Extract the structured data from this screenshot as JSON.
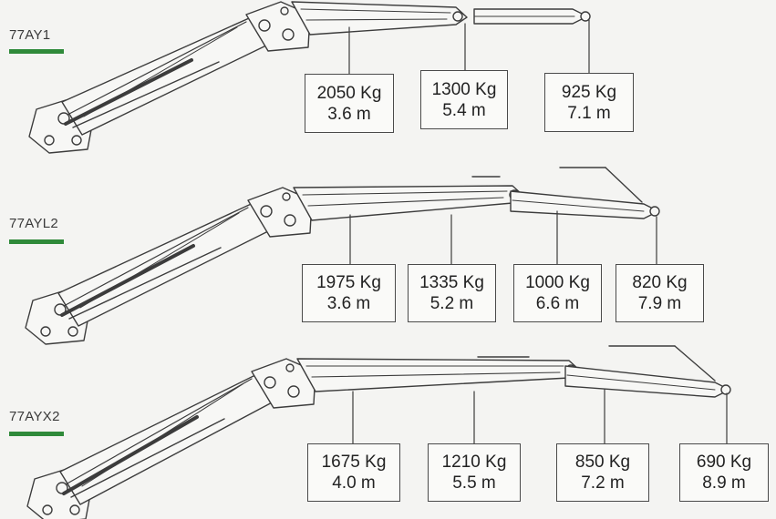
{
  "colors": {
    "ink": "#3c3c3c",
    "underline": "#2f8a3a",
    "boom_fill": "#f7f7f5"
  },
  "models": [
    {
      "name": "77AY1",
      "loads": [
        {
          "load": "2050 Kg",
          "reach": "3.6 m"
        },
        {
          "load": "1300 Kg",
          "reach": "5.4 m"
        },
        {
          "load": "925 Kg",
          "reach": "7.1 m"
        }
      ]
    },
    {
      "name": "77AYL2",
      "loads": [
        {
          "load": "1975 Kg",
          "reach": "3.6 m"
        },
        {
          "load": "1335 Kg",
          "reach": "5.2 m"
        },
        {
          "load": "1000 Kg",
          "reach": "6.6 m"
        },
        {
          "load": "820 Kg",
          "reach": "7.9 m"
        }
      ]
    },
    {
      "name": "77AYX2",
      "loads": [
        {
          "load": "1675 Kg",
          "reach": "4.0 m"
        },
        {
          "load": "1210 Kg",
          "reach": "5.5 m"
        },
        {
          "load": "850 Kg",
          "reach": "7.2 m"
        },
        {
          "load": "690 Kg",
          "reach": "8.9 m"
        }
      ]
    }
  ]
}
